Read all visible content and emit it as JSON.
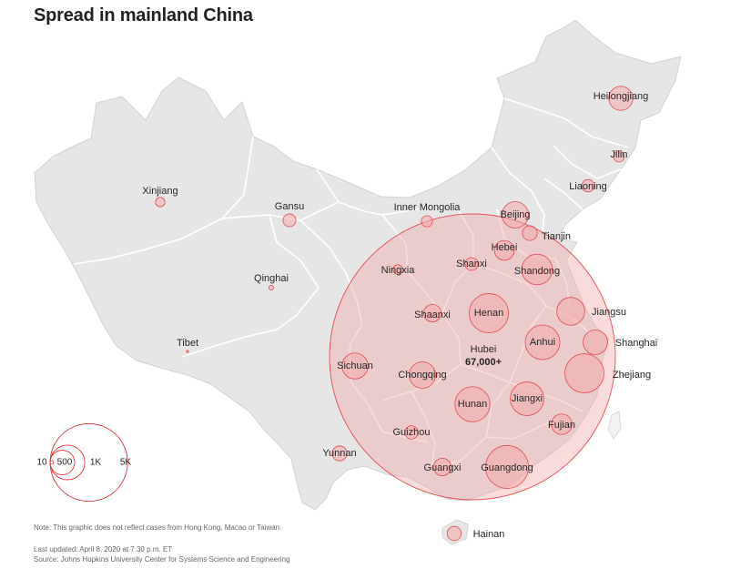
{
  "title": "Spread in mainland China",
  "colors": {
    "land": "#e6e6e6",
    "border": "#ffffff",
    "bubble_fill": "#f4aaaa",
    "bubble_stroke": "#e0353a",
    "text": "#262626",
    "note": "#666666"
  },
  "provinces": [
    {
      "name": "Xinjiang",
      "cases": 76
    },
    {
      "name": "Gansu",
      "cases": 138
    },
    {
      "name": "Inner Mongolia",
      "cases": 104
    },
    {
      "name": "Qinghai",
      "cases": 18
    },
    {
      "name": "Tibet",
      "cases": 1
    },
    {
      "name": "Ningxia",
      "cases": 75
    },
    {
      "name": "Heilongjiang",
      "cases": 484
    },
    {
      "name": "Jilin",
      "cases": 98
    },
    {
      "name": "Liaoning",
      "cases": 127
    },
    {
      "name": "Beijing",
      "cases": 580
    },
    {
      "name": "Tianjin",
      "cases": 183
    },
    {
      "name": "Hebei",
      "cases": 327
    },
    {
      "name": "Shanxi",
      "cases": 136
    },
    {
      "name": "Shandong",
      "cases": 778
    },
    {
      "name": "Shaanxi",
      "cases": 255
    },
    {
      "name": "Henan",
      "cases": 1276
    },
    {
      "name": "Jiangsu",
      "cases": 643
    },
    {
      "name": "Anhui",
      "cases": 991
    },
    {
      "name": "Shanghai",
      "cases": 500
    },
    {
      "name": "Hubei",
      "cases": 67803,
      "label_value": "67,000+"
    },
    {
      "name": "Sichuan",
      "cases": 559
    },
    {
      "name": "Chongqing",
      "cases": 579
    },
    {
      "name": "Zhejiang",
      "cases": 1266
    },
    {
      "name": "Hunan",
      "cases": 1019
    },
    {
      "name": "Jiangxi",
      "cases": 937
    },
    {
      "name": "Fujian",
      "cases": 350
    },
    {
      "name": "Guizhou",
      "cases": 146
    },
    {
      "name": "Yunnan",
      "cases": 184
    },
    {
      "name": "Guangxi",
      "cases": 254
    },
    {
      "name": "Guangdong",
      "cases": 1524
    },
    {
      "name": "Hainan",
      "cases": 168
    }
  ],
  "legend": {
    "values": [
      10,
      500,
      1000,
      5000
    ],
    "labels": [
      "10",
      "500",
      "1K",
      "5K"
    ]
  },
  "note": "Note: This graphic does not reflect cases from Hong Kong, Macao or Taiwan.",
  "updated": "Last updated: April 8, 2020 at 7:30 p.m. ET",
  "source": "Source: Johns Hopkins University Center for Systems Science and Engineering"
}
